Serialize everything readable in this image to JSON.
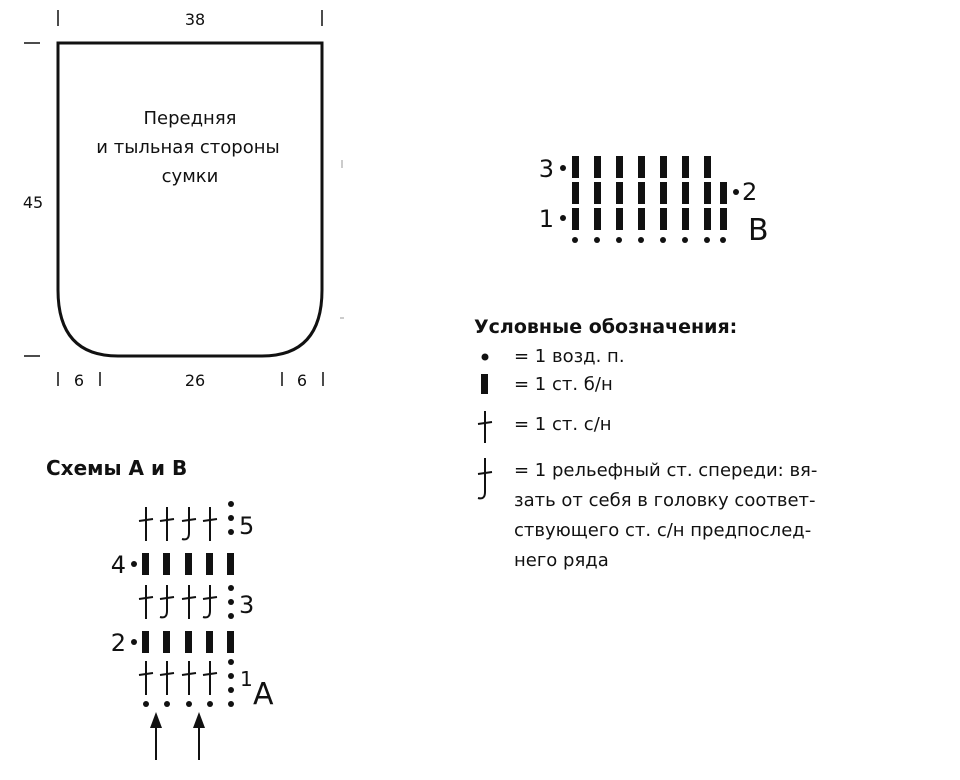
{
  "pattern": {
    "width_top": "38",
    "height": "45",
    "bottom_left": "6",
    "bottom_mid": "26",
    "bottom_right": "6",
    "label_line1": "Передняя",
    "label_line2": "и тыльная стороны",
    "label_line3": "сумки"
  },
  "scheme_b": {
    "name": "B",
    "row_labels": [
      "1",
      "2",
      "3"
    ]
  },
  "scheme_a": {
    "name": "A",
    "row_labels": [
      "1",
      "2",
      "3",
      "4",
      "5"
    ]
  },
  "schemes_title": "Схемы А и В",
  "legend": {
    "title": "Условные обозначения:",
    "items": [
      {
        "icon": "chain-stitch-dot-icon",
        "text": "= 1 возд. п."
      },
      {
        "icon": "single-crochet-bar-icon",
        "text": "= 1 ст. б/н"
      },
      {
        "icon": "double-crochet-icon",
        "text": "= 1 ст. с/н"
      },
      {
        "icon": "front-post-double-crochet-icon",
        "text": "= 1 рельефный ст. спереди: вя-\nзать от себя в головку соответ-\nствующего ст. с/н предпослед-\nнего ряда"
      }
    ]
  }
}
